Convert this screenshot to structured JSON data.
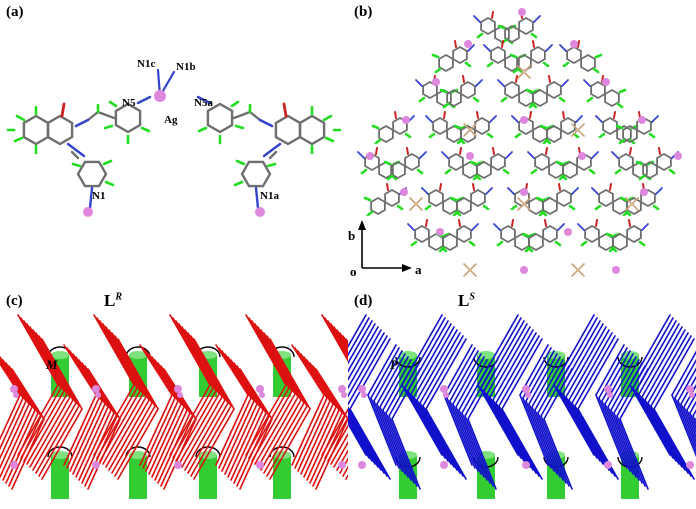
{
  "panels": {
    "a": {
      "label": "(a)"
    },
    "b": {
      "label": "(b)"
    },
    "c": {
      "label": "(c)",
      "ligand": "L",
      "ligand_sup": "R",
      "helix": "M"
    },
    "d": {
      "label": "(d)",
      "ligand": "L",
      "ligand_sup": "S",
      "helix": "P"
    }
  },
  "atom_labels": {
    "n1c": "N1c",
    "n1b": "N1b",
    "n5": "N5",
    "ag": "Ag",
    "n5a": "N5a",
    "n1": "N1",
    "n1a": "N1a"
  },
  "axes": {
    "b": "b",
    "o": "o",
    "a": "a"
  },
  "colors": {
    "carbon": "#6e6e6e",
    "hydrogen": "#22dd22",
    "nitrogen": "#3344cc",
    "oxygen": "#cc2222",
    "silver": "#dd88dd",
    "red_framework": "#dd1111",
    "blue_framework": "#1111cc",
    "channel_green": "#33cc33"
  }
}
